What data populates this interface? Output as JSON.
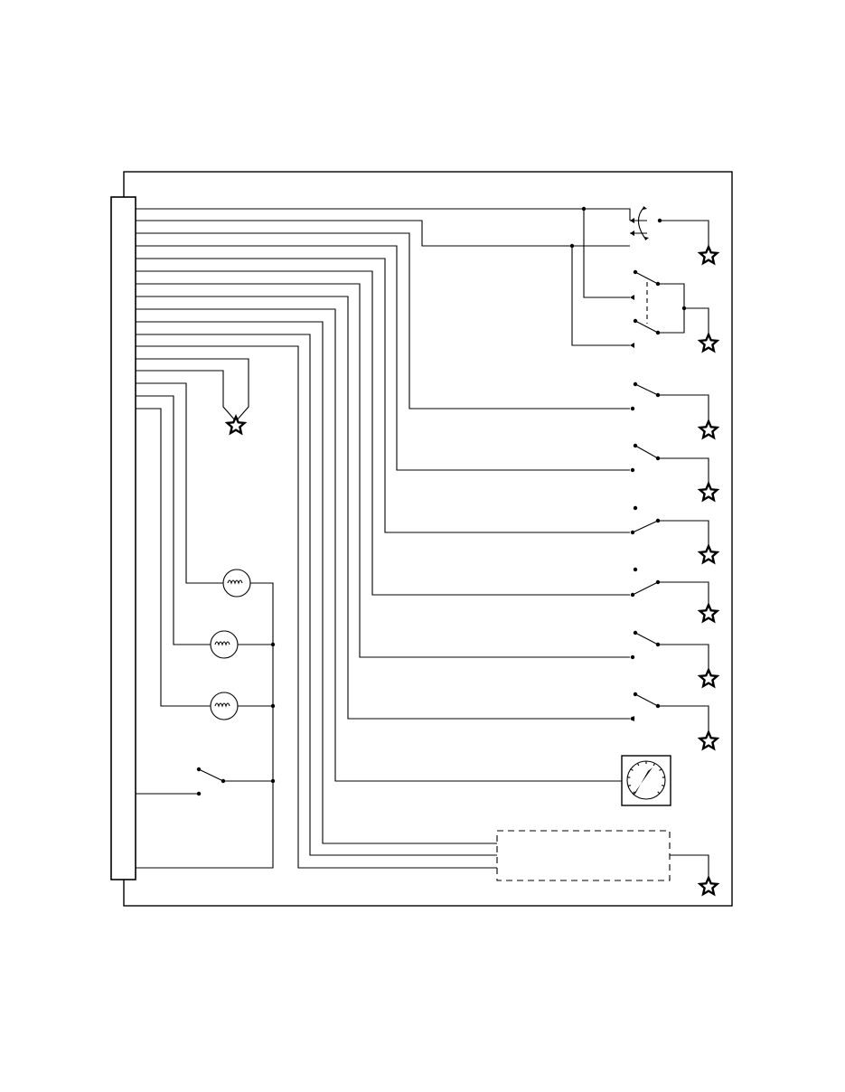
{
  "diagram": {
    "type": "wiring-schematic",
    "labels": [],
    "components": {
      "connector": {
        "icon": "connector-icon",
        "pin_count": 18
      },
      "grounds": {
        "icon": "ground-star-icon",
        "count": 10
      },
      "switches": {
        "icon": "switch-icon",
        "count": 9
      },
      "lamps": {
        "icon": "lamp-icon",
        "count": 3
      },
      "gauge": {
        "icon": "gauge-icon",
        "count": 1
      },
      "module": {
        "icon": "dashed-module-icon",
        "count": 1
      }
    },
    "colors": {
      "line": "#000000",
      "background": "#ffffff"
    }
  }
}
